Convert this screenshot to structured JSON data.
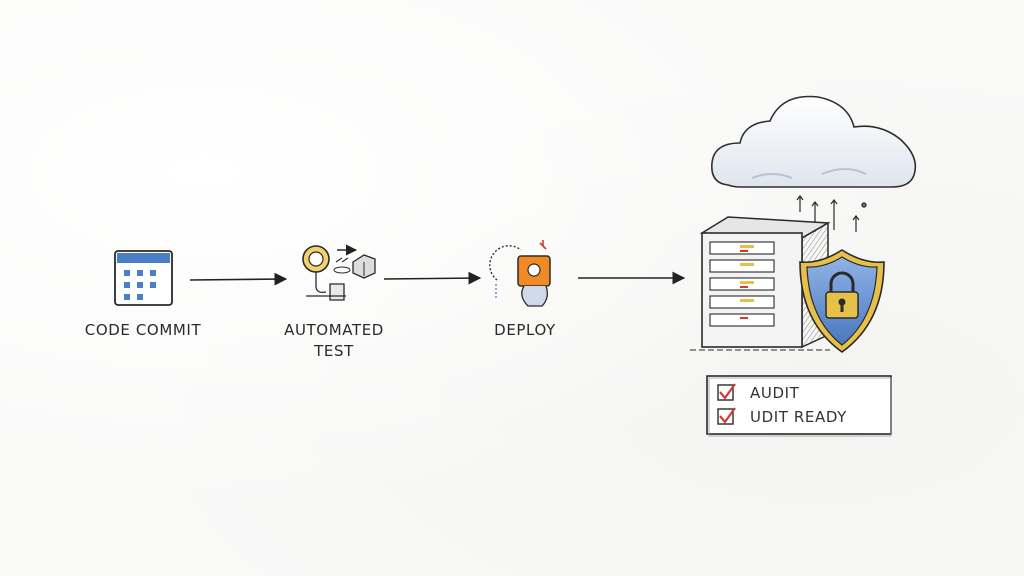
{
  "steps": [
    {
      "label": "CODE COMMIT",
      "icon": "calendar-icon"
    },
    {
      "label_line1": "AUTOMATED",
      "label_line2": "TEST",
      "icon": "test-rig-icon"
    },
    {
      "label": "DEPLOY",
      "icon": "deploy-hand-icon"
    }
  ],
  "checklist": [
    {
      "text": "AUDIT",
      "checked": true
    },
    {
      "text": "UDIT READY",
      "checked": true
    }
  ],
  "colors": {
    "ink": "#2a2a2a",
    "accent_blue": "#4a7fc8",
    "shield_blue": "#5f8fd0",
    "lock_gold": "#e7c04a",
    "deploy_orange": "#f08a24",
    "check_red": "#d33a2c"
  }
}
